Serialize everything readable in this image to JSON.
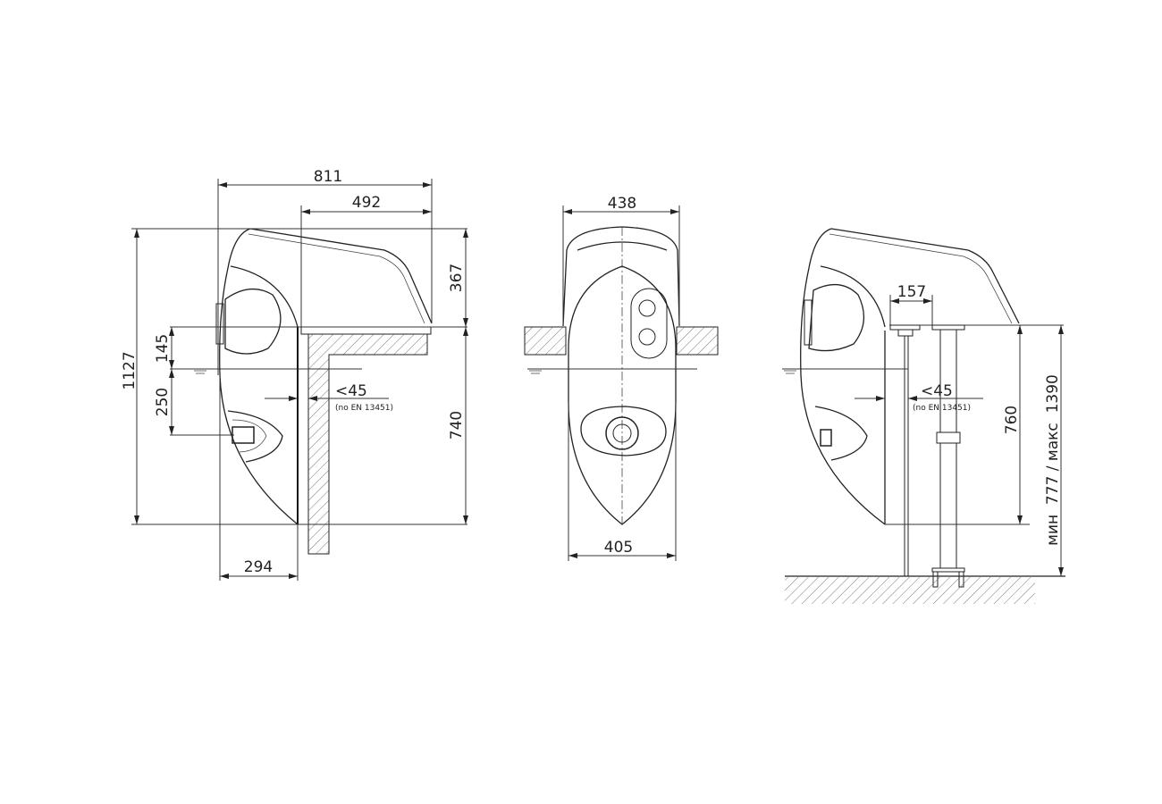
{
  "side_view": {
    "width_total": "811",
    "overhang": "492",
    "height_total": "1127",
    "head_height": "367",
    "water_to_deck": "145",
    "water_to_jet": "250",
    "depth": "294",
    "below_deck": "740",
    "gap": "<45",
    "gap_note": "(no EN 13451)"
  },
  "front_view": {
    "top_width": "438",
    "bottom_width": "405"
  },
  "support_view": {
    "support_width": "157",
    "below_deck": "760",
    "floor_height": "мин  777 / макс  1390",
    "gap": "<45",
    "gap_note": "(no EN 13451)"
  }
}
